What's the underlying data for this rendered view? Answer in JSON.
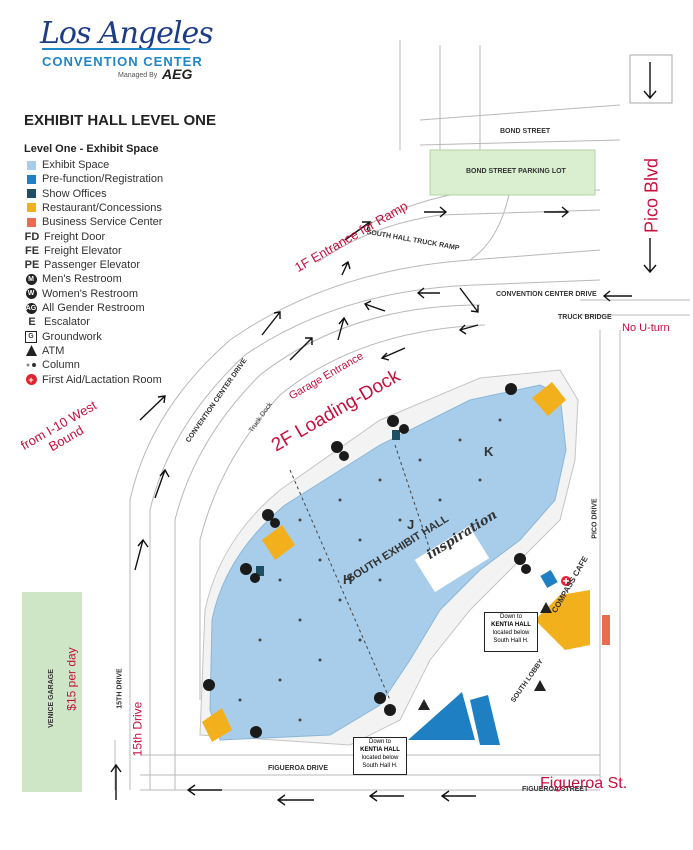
{
  "logo": {
    "line1": "Los Angeles",
    "line2": "CONVENTION  CENTER",
    "managed": "Managed By",
    "aeg": "AEG"
  },
  "map_title": "EXHIBIT HALL LEVEL ONE",
  "legend": {
    "title": "Level One - Exhibit Space",
    "items": [
      {
        "symbol": "",
        "label": "Exhibit Space",
        "color": "#a8cdea"
      },
      {
        "symbol": "",
        "label": "Pre-function/Registration",
        "color": "#1e7fc2"
      },
      {
        "symbol": "",
        "label": "Show Offices",
        "color": "#1d4f64"
      },
      {
        "symbol": "",
        "label": "Restaurant/Concessions",
        "color": "#f2b01d"
      },
      {
        "symbol": "",
        "label": "Business Service Center",
        "color": "#ea6b50"
      },
      {
        "symbol": "FD",
        "label": "Freight Door"
      },
      {
        "symbol": "FE",
        "label": "Freight Elevator"
      },
      {
        "symbol": "PE",
        "label": "Passenger Elevator"
      },
      {
        "symbol": "M",
        "label": "Men's Restroom"
      },
      {
        "symbol": "W",
        "label": "Women's Restroom"
      },
      {
        "symbol": "AG",
        "label": "All Gender Restroom"
      },
      {
        "symbol": "E",
        "label": "Escalator"
      },
      {
        "symbol": "G",
        "label": "Groundwork"
      },
      {
        "symbol": "A",
        "label": "ATM"
      },
      {
        "symbol": "",
        "label": "Column"
      },
      {
        "symbol": "+",
        "label": "First Aid/Lactation Room",
        "color": "#e0232f"
      }
    ]
  },
  "streets": {
    "bond_street": "BOND STREET",
    "bond_lot": "BOND STREET PARKING LOT",
    "south_hall_ramp": "SOUTH HALL TRUCK RAMP",
    "cc_drive_top": "CONVENTION CENTER DRIVE",
    "truck_bridge": "TRUCK BRIDGE",
    "cc_drive_left": "CONVENTION CENTER DRIVE",
    "truck_dock": "Truck Dock",
    "pico_drive": "PICO DRIVE",
    "fifteenth_drive": "15TH DRIVE",
    "figueroa_drive": "FIGUEROA DRIVE",
    "figueroa_street": "FIGUEROA STREET",
    "venice_garage": "VENICE GARAGE"
  },
  "hall": {
    "name": "SOUTH EXHIBIT HALL",
    "sections": [
      "H",
      "J",
      "K"
    ],
    "cafe": "COMPASS CAFE",
    "lobby": "SOUTH LOBBY",
    "note_down": "Down to",
    "note_kentia": "KENTIA HALL",
    "note_below1": "located below",
    "note_below2": "South Hall H.",
    "banner": "inspiration"
  },
  "annotations": {
    "pico_blvd": "Pico Blvd",
    "no_uturn": "No U-turn",
    "figueroa_st": "Figueroa St.",
    "from_i10": "from I-10 West",
    "bound": "Bound",
    "parking_fee": "$15 per day",
    "fifteenth_drive": "15th Drive",
    "entrance_1f": "1F Entrance for Ramp",
    "garage_entrance": "Garage Entrance",
    "loading_dock": "2F Loading-Dock"
  },
  "colors": {
    "exhibit": "#a8cdea",
    "prefunction": "#1e7fc2",
    "offices": "#1d4f64",
    "concessions": "#f2b01d",
    "business": "#ea6b50",
    "parking_lot": "#d9efd0",
    "garage": "#cfe6c6",
    "annotation": "#c8103e"
  }
}
